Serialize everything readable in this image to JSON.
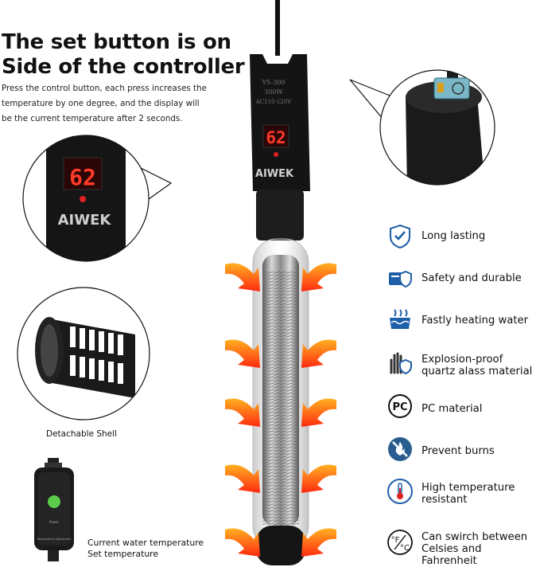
{
  "headline": {
    "line1": "The set button is on",
    "line2": "Side of the controller"
  },
  "description": "Press the control button, each press increases the temperature by one degree, and the display will be the current temperature after 2 seconds.",
  "heater": {
    "model": "YS-300",
    "wattage": "300W",
    "voltage": "AC110-120V",
    "display_value": "62",
    "brand": "AIWEK"
  },
  "zoom_controller": {
    "display_value": "62",
    "brand": "AIWEK"
  },
  "shell_caption": "Detachable Shell",
  "external_controller": {
    "power_label": "Power",
    "adjust_label": "Temperature Adjustment",
    "caption_line1": "Current water temperature",
    "caption_line2": "Set temperature"
  },
  "features": [
    {
      "icon": "shield-hand-icon",
      "line1": "Long lasting",
      "line2": ""
    },
    {
      "icon": "shield-card-icon",
      "line1": "Safety and durable",
      "line2": ""
    },
    {
      "icon": "heating-water-icon",
      "line1": "Fastly heating water",
      "line2": ""
    },
    {
      "icon": "hand-shield-icon",
      "line1": "Explosion-proof",
      "line2": "quartz alass material"
    },
    {
      "icon": "pc-icon",
      "line1": "PC material",
      "line2": ""
    },
    {
      "icon": "no-burn-icon",
      "line1": "Prevent burns",
      "line2": ""
    },
    {
      "icon": "thermometer-icon",
      "line1": "High temperature",
      "line2": "resistant"
    },
    {
      "icon": "celsius-fahrenheit-icon",
      "line1": "Can swirch between",
      "line2": "Celsies and Fahrenheit"
    }
  ],
  "colors": {
    "icon_blue": "#1f5fa8",
    "display_red": "#ff3a2a",
    "heat_orange": "#ff6a1a",
    "heater_black": "#141414"
  }
}
